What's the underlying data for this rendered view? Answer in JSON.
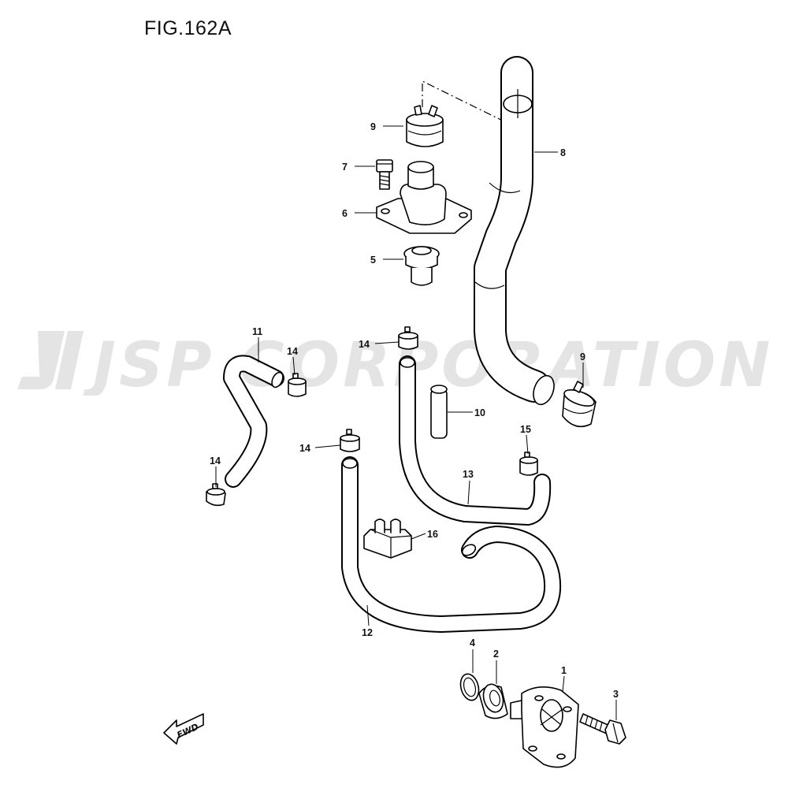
{
  "figure": {
    "title": "FIG.162A"
  },
  "watermark": {
    "text": "JSP CORPORATION"
  },
  "direction_marker": {
    "text": "FWD"
  },
  "callouts": [
    {
      "id": "c1",
      "label": "1"
    },
    {
      "id": "c2",
      "label": "2"
    },
    {
      "id": "c3",
      "label": "3"
    },
    {
      "id": "c4",
      "label": "4"
    },
    {
      "id": "c5",
      "label": "5"
    },
    {
      "id": "c6",
      "label": "6"
    },
    {
      "id": "c7",
      "label": "7"
    },
    {
      "id": "c8",
      "label": "8"
    },
    {
      "id": "c9a",
      "label": "9"
    },
    {
      "id": "c9b",
      "label": "9"
    },
    {
      "id": "c10",
      "label": "10"
    },
    {
      "id": "c11",
      "label": "11"
    },
    {
      "id": "c12",
      "label": "12"
    },
    {
      "id": "c13",
      "label": "13"
    },
    {
      "id": "c14a",
      "label": "14"
    },
    {
      "id": "c14b",
      "label": "14"
    },
    {
      "id": "c14c",
      "label": "14"
    },
    {
      "id": "c14d",
      "label": "14"
    },
    {
      "id": "c15",
      "label": "15"
    },
    {
      "id": "c16",
      "label": "16"
    }
  ]
}
